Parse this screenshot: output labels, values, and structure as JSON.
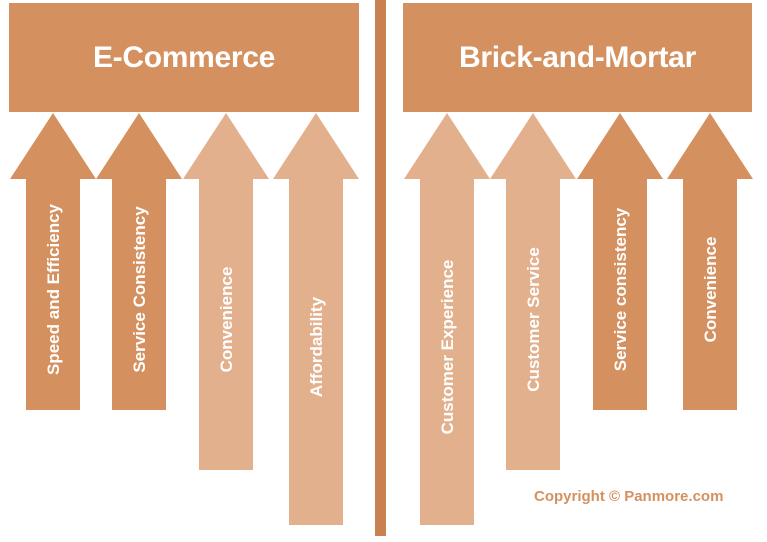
{
  "colors": {
    "dark": "#d4915f",
    "light": "#e3b08d",
    "divider": "#c9824f",
    "text": "#ffffff"
  },
  "ecommerce": {
    "title": "E-Commerce",
    "factors": [
      {
        "label": "Speed and Efficiency",
        "tone": "dark"
      },
      {
        "label": "Service Consistency",
        "tone": "dark"
      },
      {
        "label": "Convenience",
        "tone": "light"
      },
      {
        "label": "Affordability",
        "tone": "light"
      }
    ]
  },
  "brick": {
    "title": "Brick-and-Mortar",
    "factors": [
      {
        "label": "Customer Experience",
        "tone": "light"
      },
      {
        "label": "Customer Service",
        "tone": "light"
      },
      {
        "label": "Service consistency",
        "tone": "dark"
      },
      {
        "label": "Convenience",
        "tone": "dark"
      }
    ]
  },
  "copyright": "Copyright © Panmore.com"
}
